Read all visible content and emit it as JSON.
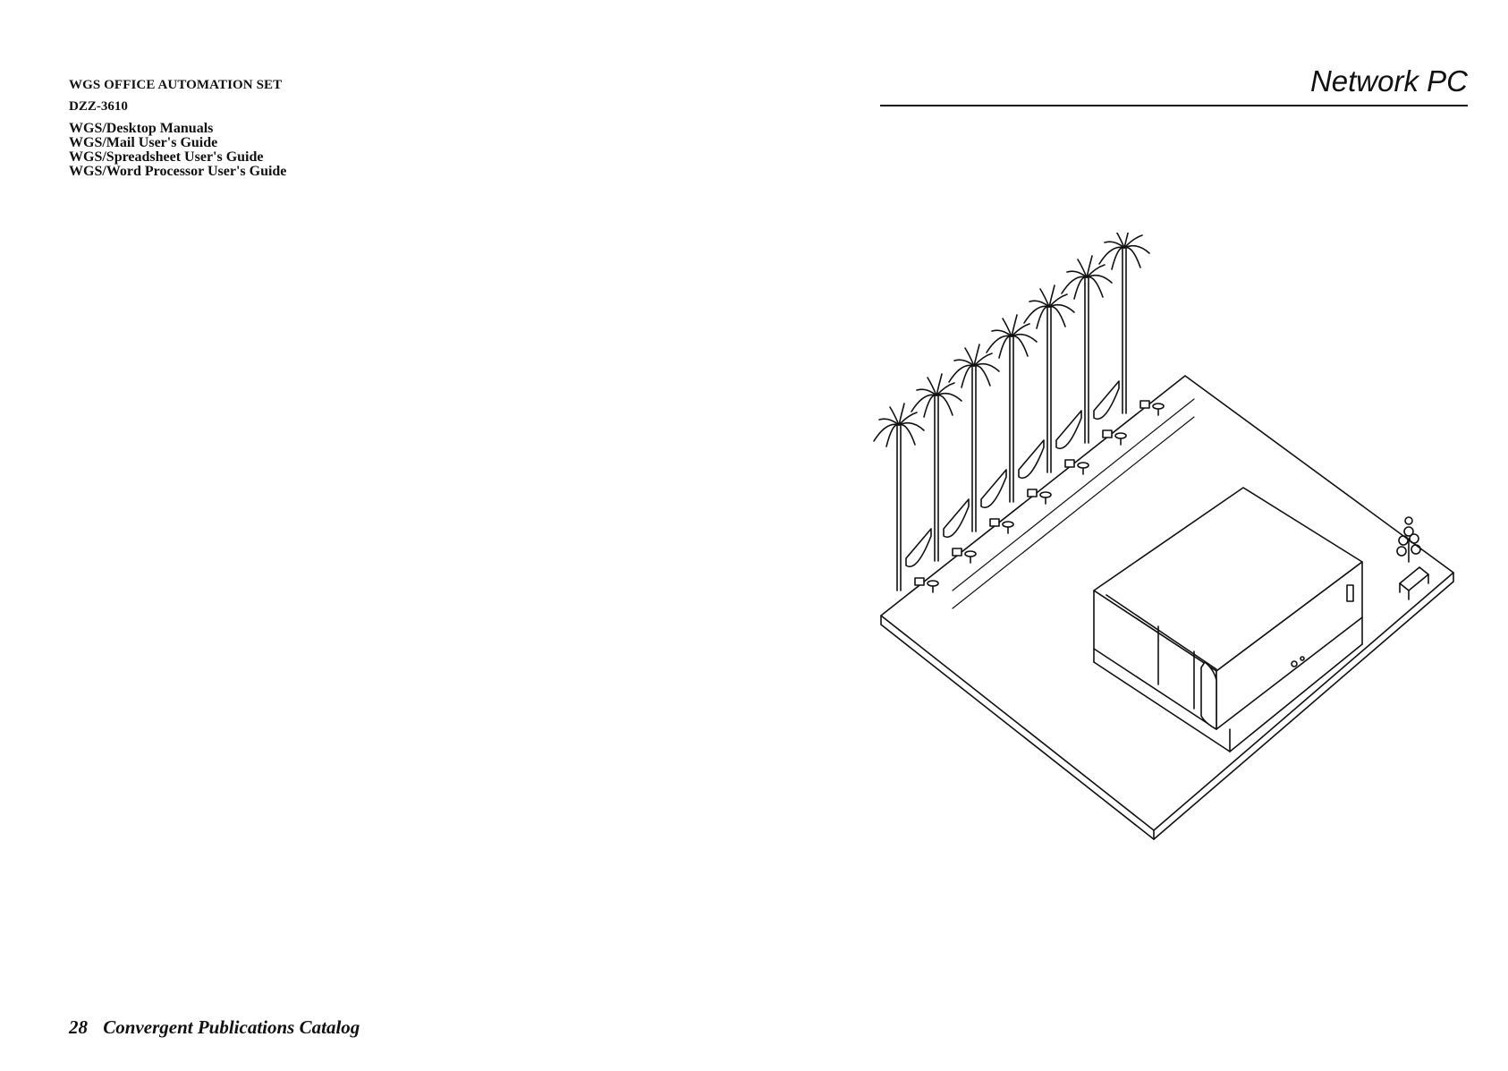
{
  "left_page": {
    "set_title": "WGS OFFICE AUTOMATION SET",
    "set_code": "DZZ-3610",
    "manuals": [
      "WGS/Desktop Manuals",
      "WGS/Mail User's Guide",
      "WGS/Spreadsheet User's Guide",
      "WGS/Word Processor User's Guide"
    ],
    "footer": {
      "page_number": "28",
      "catalog_title": "Convergent Publications Catalog"
    }
  },
  "right_page": {
    "section_title": "Network PC",
    "illustration": {
      "subject": "isometric-network-pc-with-palm-trees",
      "palm_tree_count": 7,
      "workstation_count": 7
    }
  },
  "colors": {
    "ink": "#111111",
    "paper": "#ffffff"
  }
}
